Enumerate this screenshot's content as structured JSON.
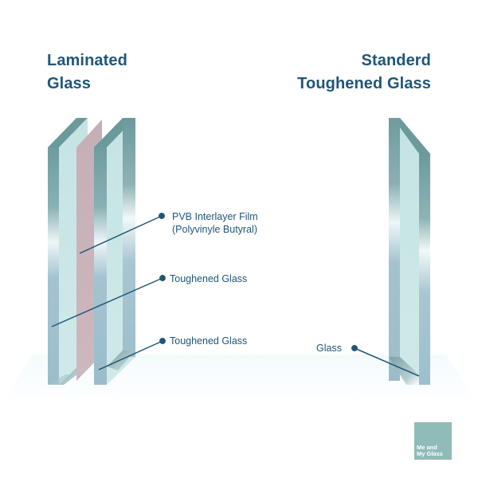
{
  "diagram": {
    "left": {
      "title_line1": "Laminated",
      "title_line2": "Glass",
      "labels": [
        {
          "line1": "PVB Interlayer Film",
          "line2": "(Polyvinyle Butyral)"
        },
        {
          "line1": "Toughened Glass"
        },
        {
          "line1": "Toughened Glass"
        }
      ]
    },
    "right": {
      "title_line1": "Standerd",
      "title_line2": "Toughened Glass",
      "labels": [
        {
          "line1": "Glass"
        }
      ]
    },
    "logo": {
      "line1": "Me and",
      "line2": "My Glass",
      "color": "#8fbcb8"
    },
    "colors": {
      "text": "#1f5678",
      "leader": "#1f5678",
      "glass_face": "#cbe7e6",
      "glass_edge": "#6f9c9e",
      "pvb": "#c9b0b8"
    }
  }
}
